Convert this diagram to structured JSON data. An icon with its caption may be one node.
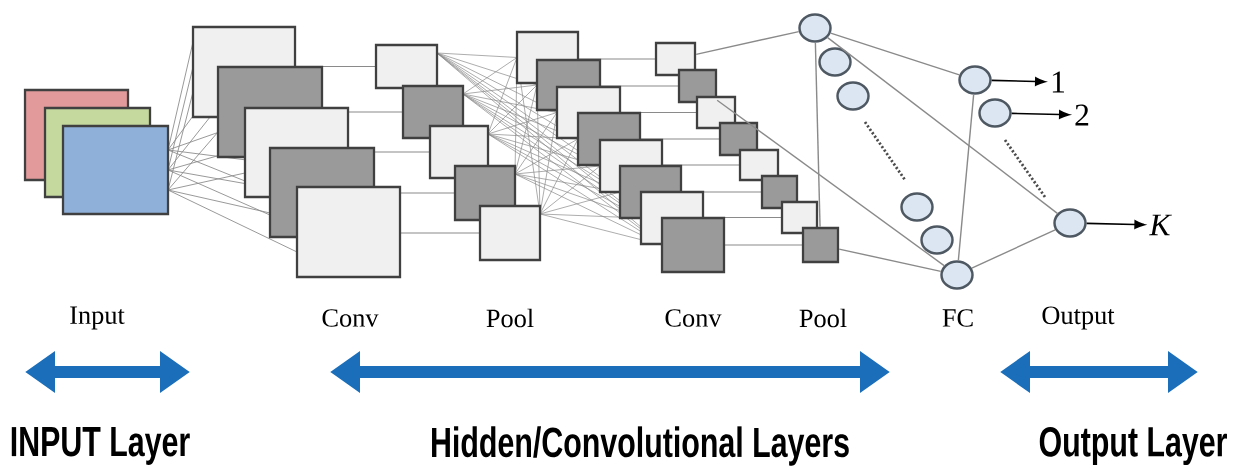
{
  "diagram": {
    "nodes": [
      {
        "text": [],
        "shape": "circle"
      },
      {
        "text": [],
        "shape": "circle"
      },
      {
        "text": [],
        "shape": "circle"
      },
      {
        "text": [],
        "shape": "circle"
      },
      {
        "text": [],
        "shape": "circle"
      },
      {
        "text": [],
        "shape": "circle"
      },
      {
        "text": [],
        "shape": "circle"
      },
      {
        "text": [],
        "shape": "circle"
      },
      {
        "text": [],
        "shape": "circle"
      },
      {
        "text": [
          "1"
        ]
      },
      {
        "text": [
          "2"
        ]
      },
      {
        "text": [
          "K"
        ]
      },
      {
        "text": [],
        "shape": "box"
      },
      {
        "text": [],
        "shape": "box"
      },
      {
        "text": [],
        "shape": "box"
      }
    ],
    "edges": [
      {
        "from": 12,
        "to": 0,
        "arrow": "none"
      },
      {
        "from": 13,
        "to": 5,
        "arrow": "none"
      },
      {
        "from": 14,
        "to": 5,
        "arrow": "none"
      },
      {
        "from": 0,
        "to": 14,
        "arrow": "none"
      },
      {
        "from": 0,
        "to": 6,
        "arrow": "none"
      },
      {
        "from": 0,
        "to": 8,
        "arrow": "none"
      },
      {
        "from": 5,
        "to": 6,
        "arrow": "none"
      },
      {
        "from": 5,
        "to": 8,
        "arrow": "none"
      },
      {
        "from": 6,
        "to": 9,
        "arrow": "to",
        "color": "#000000"
      },
      {
        "from": 7,
        "to": 10,
        "arrow": "to",
        "color": "#000000"
      },
      {
        "from": 8,
        "to": 11,
        "arrow": "to",
        "color": "#000000"
      }
    ],
    "labels": [
      "Input",
      "Conv",
      "Pool",
      "Conv",
      "Pool",
      "FC",
      "Output",
      "INPUT Layer",
      "Hidden/Convolutional Layers",
      "Output Layer"
    ]
  }
}
